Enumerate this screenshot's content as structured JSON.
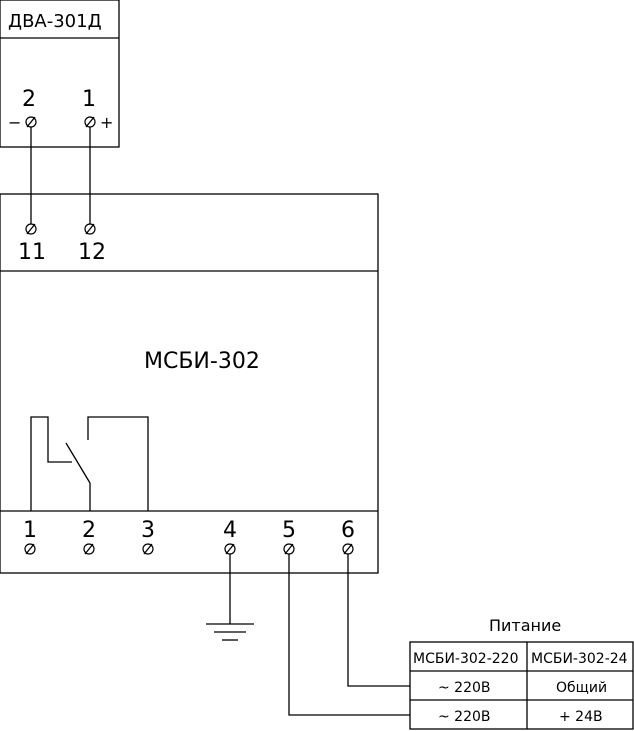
{
  "sensor": {
    "title": "ДВА-301Д",
    "terminals": [
      {
        "num": "2",
        "sign": "−"
      },
      {
        "num": "1",
        "sign": "+"
      }
    ]
  },
  "unit": {
    "title": "МСБИ-302",
    "top_terminals": [
      "11",
      "12"
    ],
    "bottom_terminals": [
      "1",
      "2",
      "3",
      "4",
      "5",
      "6"
    ]
  },
  "power": {
    "caption": "Питание",
    "headers": [
      "МСБИ-302-220",
      "МСБИ-302-24"
    ],
    "rows": [
      [
        "~ 220В",
        "Общий"
      ],
      [
        "~ 220В",
        "+ 24В"
      ]
    ]
  }
}
